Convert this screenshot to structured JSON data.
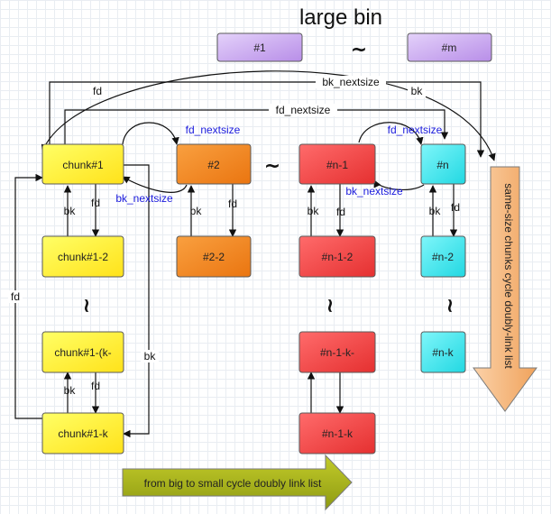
{
  "title": "large bin",
  "colors": {
    "purple": "#c9a6f0",
    "yellow": "#ffee33",
    "orange": "#f28a1e",
    "red": "#f24848",
    "cyan": "#3ae6ee",
    "arrow_down_fill": "#f6b27a",
    "arrow_right_fill": "#a9b41a"
  },
  "bins": {
    "first": "#1",
    "last": "#m",
    "separator": "~"
  },
  "chunks": {
    "c1": "chunk#1",
    "c1_2": "chunk#1-2",
    "c1_k1": "chunk#1-(k-",
    "c1_k": "chunk#1-k",
    "c2": "#2",
    "c2_2": "#2-2",
    "cn1": "#n-1",
    "cn1_2": "#n-1-2",
    "cn1_k1": "#n-1-k-",
    "cn1_k": "#n-1-k",
    "cn": "#n",
    "cn_2": "#n-2",
    "cn_k": "#n-k"
  },
  "separators": {
    "horizontal": "~",
    "vertical": "~"
  },
  "edges": {
    "fd": "fd",
    "bk": "bk",
    "bk_nextsize": "bk_nextsize",
    "fd_nextsize": "fd_nextsize"
  },
  "arrows": {
    "same_size": "same-size chunks cycle doubly-link list",
    "big_to_small": "from big to small cycle doubly link list"
  }
}
